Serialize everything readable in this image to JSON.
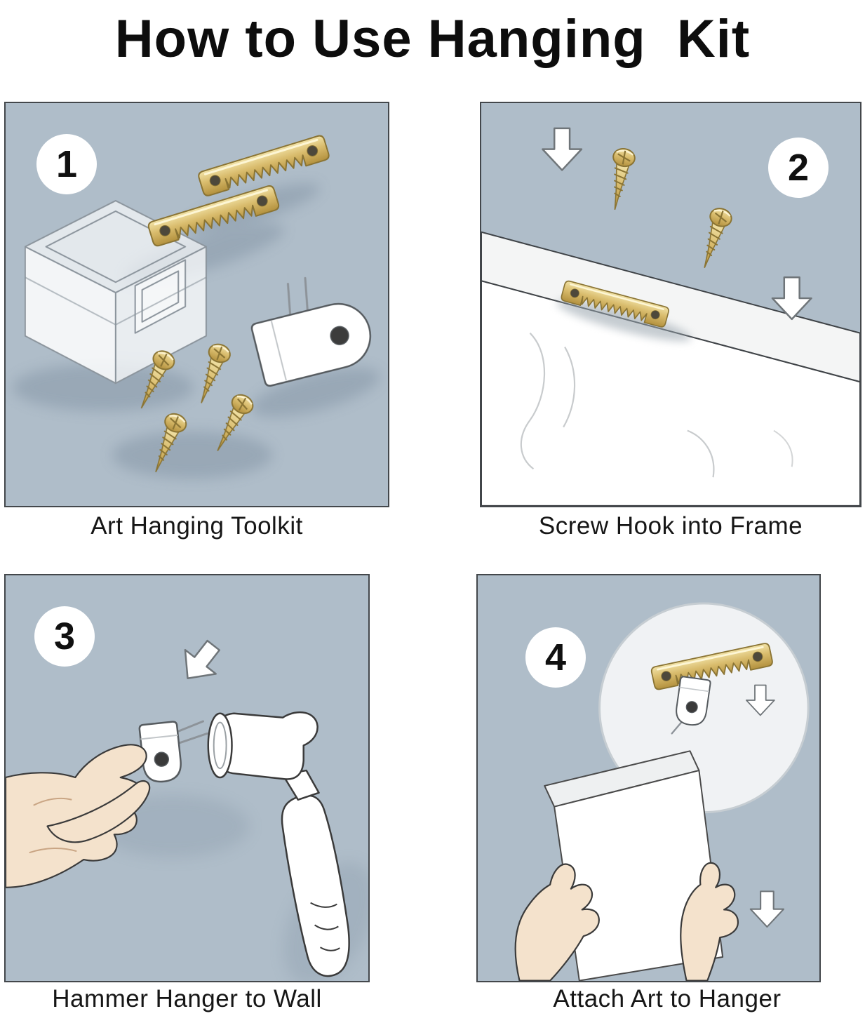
{
  "title": "How to Use Hanging  Kit",
  "panels": [
    {
      "number": "1",
      "caption": "Art Hanging Toolkit"
    },
    {
      "number": "2",
      "caption": "Screw Hook into Frame"
    },
    {
      "number": "3",
      "caption": "Hammer Hanger to Wall"
    },
    {
      "number": "4",
      "caption": "Attach Art to Hanger"
    }
  ],
  "icons": {
    "sawtooth_hanger": "brass sawtooth picture hanger",
    "screw": "brass screw",
    "storage_box": "clear storage box",
    "nail_in_hook": "white nail-in wall hook",
    "down_arrow": "white block arrow",
    "hammer": "hammer",
    "hand": "hand",
    "canvas": "canvas frame",
    "magnifier": "zoom detail circle",
    "wood_frame": "frame moulding"
  },
  "colors": {
    "panel_background": "#afbdc9",
    "panel_border": "#43474b",
    "brass_gold": "#d9bc6d",
    "skin_tone": "#f4e2cc",
    "white": "#ffffff",
    "text": "#161616"
  }
}
